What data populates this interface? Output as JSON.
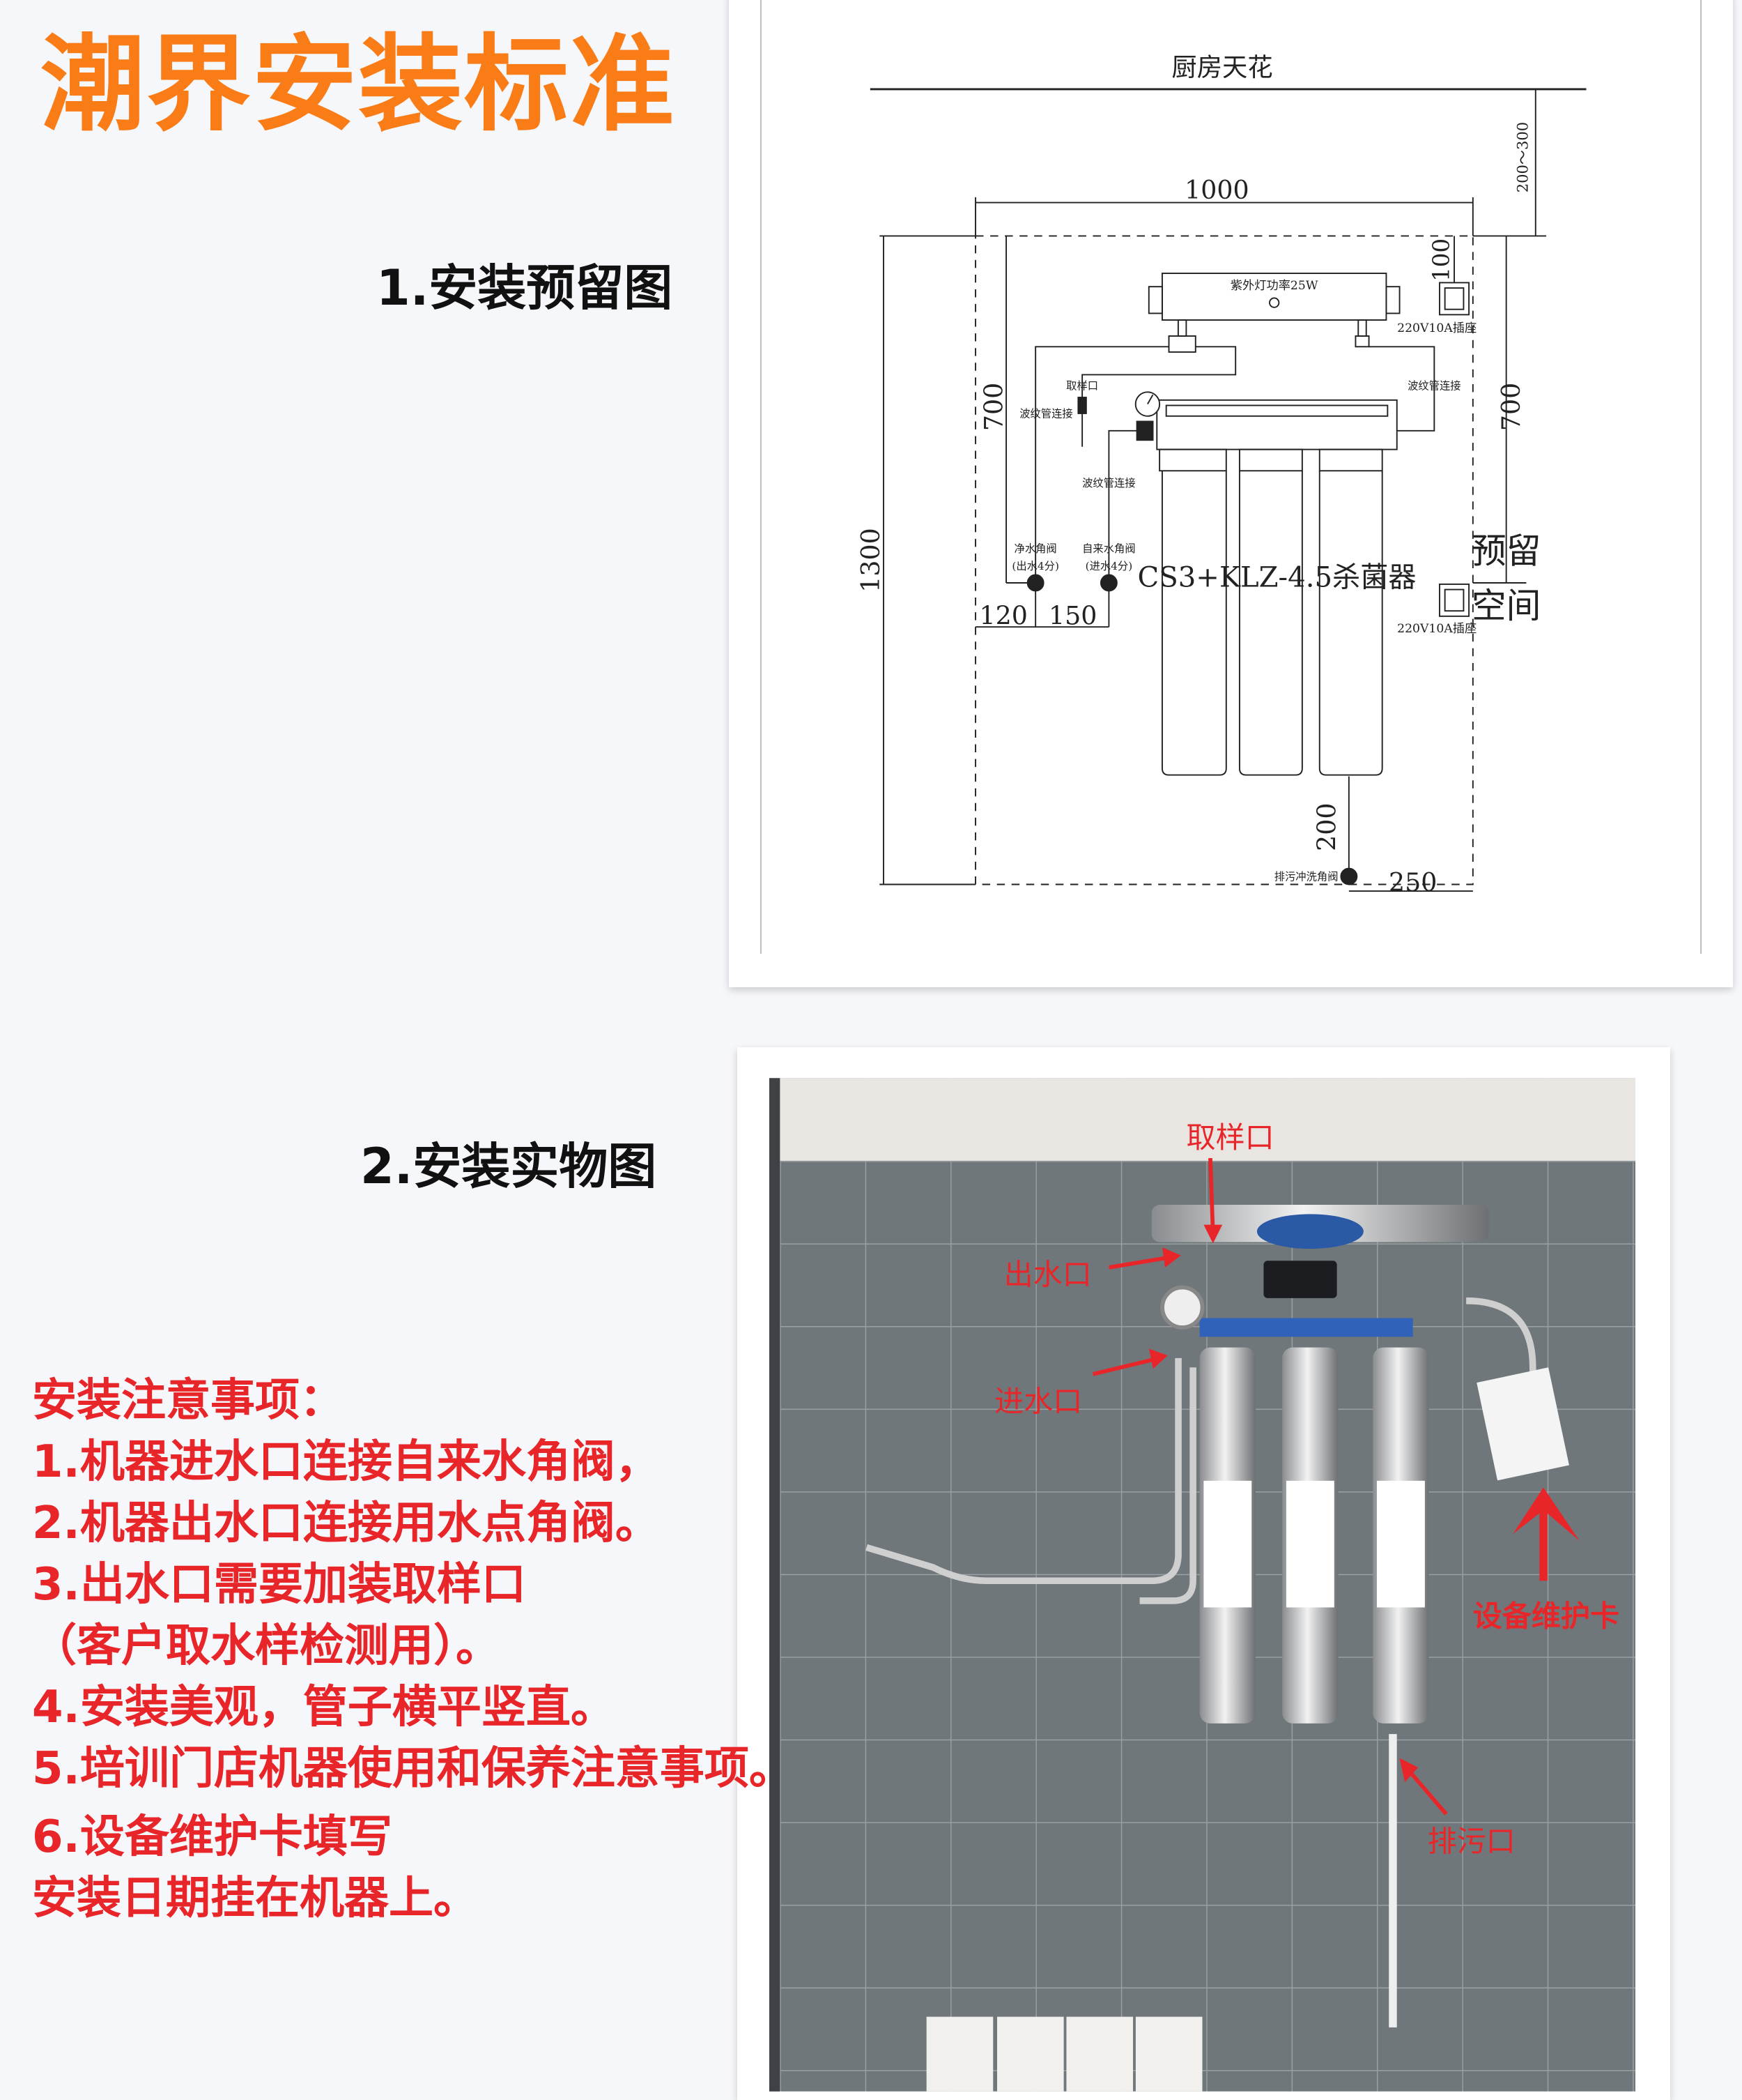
{
  "title": "潮界安装标准",
  "section1": {
    "heading": "1.安装预留图",
    "diagram": {
      "ceiling": "厨房天花",
      "dim_ceiling": "200～300",
      "dim_width": "1000",
      "dim_height": "1300",
      "dim_left": "700",
      "dim_right": "700",
      "dim_top_socket": "100",
      "uv_lamp": "紫外灯功率25W",
      "socket_label": "220V10A插座",
      "sample_port": "取样口",
      "hose_left": "波纹管连接",
      "hose_mid": "波纹管连接",
      "hose_right": "波纹管连接",
      "outlet_valve": "净水角阀",
      "outlet_valve_note": "(出水4分)",
      "inlet_valve": "自来水角阀",
      "inlet_valve_note": "(进水4分)",
      "dim_120": "120",
      "dim_150": "150",
      "model": "CS3+KLZ-4.5杀菌器",
      "reserve_1": "预留",
      "reserve_2": "空间",
      "socket_label_2": "220V10A插座",
      "dim_200": "200",
      "drain_valve": "排污冲洗角阀",
      "dim_250": "250"
    }
  },
  "section2": {
    "heading": "2.安装实物图",
    "photo_labels": {
      "sample_port": "取样口",
      "outlet": "出水口",
      "inlet": "进水口",
      "maintenance_card": "设备维护卡",
      "drain": "排污口"
    }
  },
  "notes": {
    "heading": "安装注意事项：",
    "items": [
      "1.机器进水口连接自来水角阀，",
      "2.机器出水口连接用水点角阀。",
      "3.出水口需要加装取样口",
      "（客户取水样检测用）。",
      "4.安装美观，管子横平竖直。",
      "5.培训门店机器使用和保养注意事项。",
      "6.设备维护卡填写",
      "安装日期挂在机器上。"
    ]
  },
  "colors": {
    "title": "#f97c17",
    "notes": "#e8262a",
    "label": "#e8262a"
  }
}
